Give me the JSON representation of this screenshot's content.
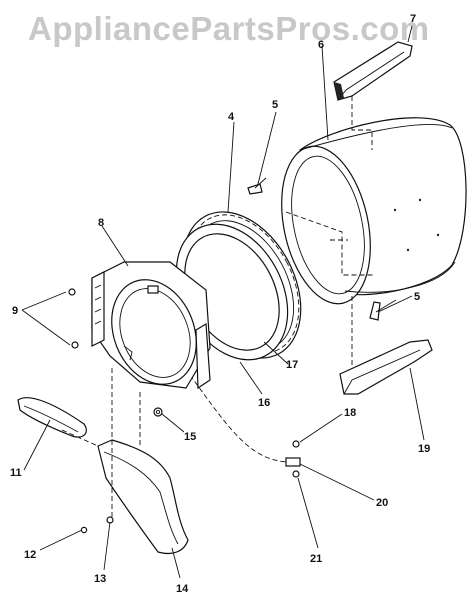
{
  "watermark": "AppliancePartsPros.com",
  "callouts": [
    "4",
    "5",
    "5",
    "6",
    "7",
    "8",
    "9",
    "11",
    "12",
    "13",
    "14",
    "15",
    "16",
    "17",
    "18",
    "19",
    "20",
    "21"
  ]
}
